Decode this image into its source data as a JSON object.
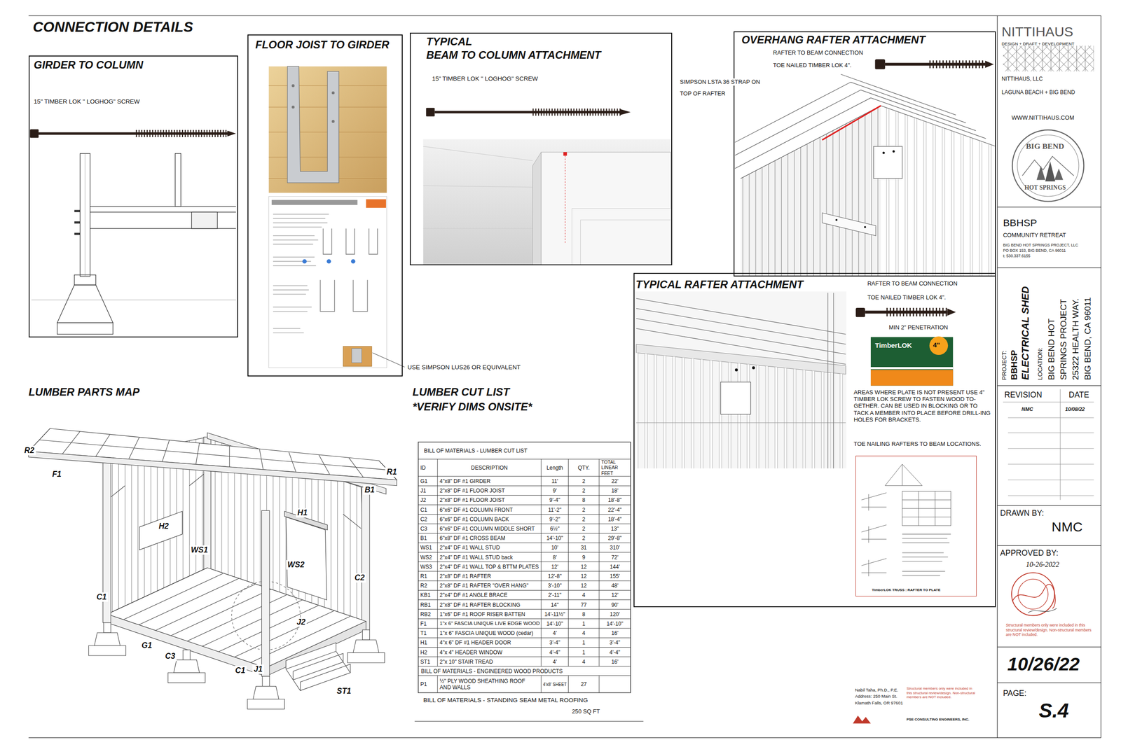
{
  "diagram": {
    "title": "CONNECTION DETAILS",
    "nodes": [
      {
        "text": [
          "GIRDER TO COLUMN",
          "15\" TIMBER LOK \" LOGHOG\" SCREW"
        ]
      },
      {
        "text": [
          "FLOOR JOIST TO GIRDER"
        ]
      },
      {
        "text": [
          "TYPICAL",
          "BEAM TO COLUMN ATTACHMENT",
          "15\" TIMBER LOK \" LOGHOG\" SCREW"
        ]
      },
      {
        "text": [
          "OVERHANG RAFTER ATTACHMENT",
          "RAFTER TO BEAM CONNECTION",
          "TOE NAILED TIMBER LOK 4\"."
        ]
      },
      {
        "text": [
          "TYPICAL RAFTER ATTACHMENT",
          "RAFTER TO BEAM CONNECTION",
          "TOE NAILED TIMBER LOK 4\".",
          "MIN 2\" PENETRATION",
          "AREAS WHERE PLATE IS NOT PRESENT USE 4\" TIMBER LOK SCREW TO FASTEN WOOD TO-GETHER. CAN BE USED IN BLOCKING OR TO TACK A MEMBER INTO PLACE BEFORE DRILL-ING HOLES FOR BRACKETS.",
          "TOE NAILING RAFTERS TO BEAM LOCATIONS."
        ]
      },
      {
        "text": [
          "TimberLOK TRUSS : RAFTER TO PLATE"
        ],
        "in": 4
      },
      {
        "text": [
          "NITTIHAUS",
          "DESIGN + DRAFT + DEVELOPMENT",
          "NITTIHAUS, LLC",
          "LAGUNA BEACH + BIG BEND",
          "WWW.NITTIHAUS.COM",
          "BIG BEND",
          "HOT SPRINGS"
        ]
      },
      {
        "text": [
          "BBHSP",
          "COMMUNITY RETREAT",
          "BIG BEND HOT SPRINGS PROJECT, LLC",
          "PO BOX 153, BIG BEND, CA 96011",
          "t: 530.337.6155"
        ]
      },
      {
        "text": [
          "PROJECT:",
          "BBHSP",
          "ELECTRICAL SHED",
          "LOCATION:",
          "BIG BEND HOT",
          "SPRINGS PROJECT",
          "25322 HEALTH WAY.",
          "BIG BEND, CA 96011"
        ]
      },
      {
        "text": [
          "REVISION",
          "DATE",
          "NMC",
          "10/08/22"
        ]
      },
      {
        "text": [
          "DRAWN BY:",
          "NMC"
        ]
      },
      {
        "text": [
          "APPROVED BY:",
          "10-26-2022",
          "Structural members only were included in this structural review/design. Non-structural members are NOT included."
        ]
      },
      {
        "text": [
          "10/26/22"
        ]
      },
      {
        "text": [
          "PAGE:",
          "S.4"
        ]
      }
    ],
    "labels": [
      "R2",
      "F1",
      "R1",
      "B1",
      "H1",
      "H2",
      "WS1",
      "WS2",
      "C2",
      "C1",
      "J2",
      "G1",
      "C3",
      "C1",
      "J1",
      "ST1",
      "LUMBER PARTS MAP",
      "LUMBER CUT LIST",
      "*VERIFY DIMS ONSITE*",
      "USE SIMPSON LUS26 OR EQUIVALENT",
      "SIMPSON LSTA 36 STRAP ON",
      "TOP OF RAFTER",
      "BILL OF MATERIALS - STANDING SEAM METAL ROOFING",
      "250 SQ FT",
      "TimberLOK",
      "4\"",
      "Nabil Taha, Ph.D., P.E.",
      "Address: 250 Main St.",
      "Klamath Falls, OR 97601",
      "Structural members only were included in this structural review/design. Non-structural members are NOT included.",
      "PSE CONSULTING ENGINEERS, INC.",
      "BILL OF MATERIALS - LUMBER CUT LIST",
      "ID",
      "DESCRIPTION",
      "Length",
      "QTY.",
      "TOTAL LINEAR FEET",
      "G1",
      "4\"x8\" DF #1 GIRDER",
      "11'",
      "2",
      "22'",
      "J1",
      "2\"x8\" DF #1 FLOOR JOIST",
      "9'",
      "2",
      "18'",
      "J2",
      "2\"x8\" DF #1 FLOOR JOIST",
      "9'-4\"",
      "8",
      "18'-8\"",
      "C1",
      "6\"x6\" DF #1 COLUMN FRONT",
      "11'-2\"",
      "2",
      "22'-4\"",
      "C2",
      "6\"x6\" DF #1 COLUMN BACK",
      "9'-2\"",
      "2",
      "18'-4\"",
      "C3",
      "6\"x6\" DF #1 COLUMN MIDDLE SHORT",
      "6½\"",
      "2",
      "13\"",
      "B1",
      "6\"x8\" DF #1 CROSS BEAM",
      "14'-10\"",
      "2",
      "29'-8\"",
      "WS1",
      "2\"x4\" DF #1 WALL STUD",
      "10'",
      "31",
      "310'",
      "WS2",
      "2\"x4\" DF #1 WALL STUD back",
      "8'",
      "9",
      "72'",
      "WS3",
      "2\"x4\" DF #1 WALL TOP & BTTM PLATES",
      "12'",
      "12",
      "144'",
      "R1",
      "2\"x8\" DF #1 RAFTER",
      "12'-8\"",
      "12",
      "155'",
      "R2",
      "2\"x8\" DF #1 RAFTER \"OVER HANG\"",
      "3'-10\"",
      "12",
      "48'",
      "KB1",
      "2\"x4\" DF #1 ANGLE BRACE",
      "2'-11\"",
      "4",
      "12'",
      "RB1",
      "2\"x8\" DF #1 RAFTER BLOCKING",
      "14\"",
      "77",
      "90'",
      "RB2",
      "1\"x6\" DF #1 ROOF RISER BATTEN",
      "14'-11½\"",
      "8",
      "120'",
      "F1",
      "1\"x 6\" FASCIA UNIQUE LIVE EDGE WOOD",
      "14'-10\"",
      "1",
      "14'-10\"",
      "T1",
      "1\"x 6\" FASCIA UNIQUE WOOD (cedar)",
      "4'",
      "4",
      "16'",
      "H1",
      "4\"x 6\" DF #1 HEADER DOOR",
      "3'-4\"",
      "1",
      "3'-4\"",
      "H2",
      "4\"x 4\" HEADER WINDOW",
      "4'-4\"",
      "1",
      "4'-4\"",
      "ST1",
      "2\"x 10\" STAIR TREAD",
      "4'",
      "4",
      "16'",
      "BILL OF MATERIALS - ENGINEERED WOOD PRODUCTS",
      "P1",
      "½\" PLY WOOD SHEATHING ROOF AND WALLS",
      "4'x8' SHEET",
      "27"
    ]
  }
}
